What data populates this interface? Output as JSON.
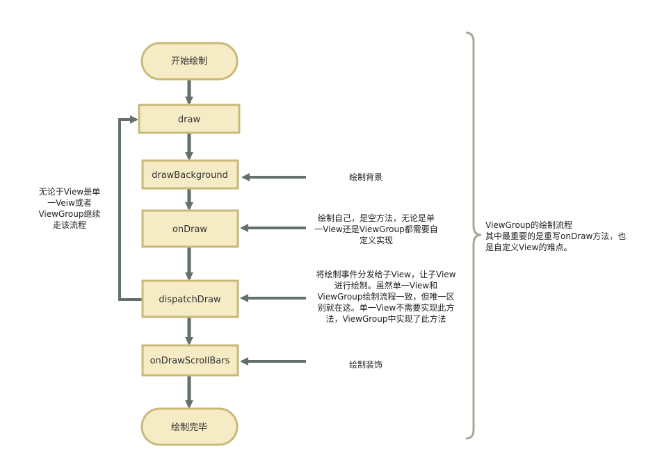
{
  "colors": {
    "node_fill": "#f5ebc5",
    "node_stroke": "#c9b87a",
    "arrow": "#66706a",
    "brace": "#a8a898"
  },
  "nodes": {
    "start": "开始绘制",
    "draw": "draw",
    "draw_background": "drawBackground",
    "on_draw": "onDraw",
    "dispatch_draw": "dispatchDraw",
    "on_draw_scroll_bars": "onDrawScrollBars",
    "end": "绘制完毕"
  },
  "notes": {
    "loop": [
      "无论于View是单",
      "一Veiw或者",
      "ViewGroup继续",
      "走该流程"
    ],
    "background": [
      "绘制背景"
    ],
    "on_draw": [
      "绘制自己，是空方法，无论是单",
      "一View还是ViewGroup都需要自",
      "定义实现"
    ],
    "dispatch": [
      "将绘制事件分发给子View，让子View",
      "进行绘制。虽然单一View和",
      "ViewGroup绘制流程一致，但唯一区",
      "别就在这。单一View不需要实现此方",
      "法，ViewGroup中实现了此方法"
    ],
    "scrollbars": [
      "绘制装饰"
    ],
    "summary": [
      "ViewGroup的绘制流程",
      "其中最重要的是重写onDraw方法，也",
      "是自定义View的难点。"
    ]
  }
}
